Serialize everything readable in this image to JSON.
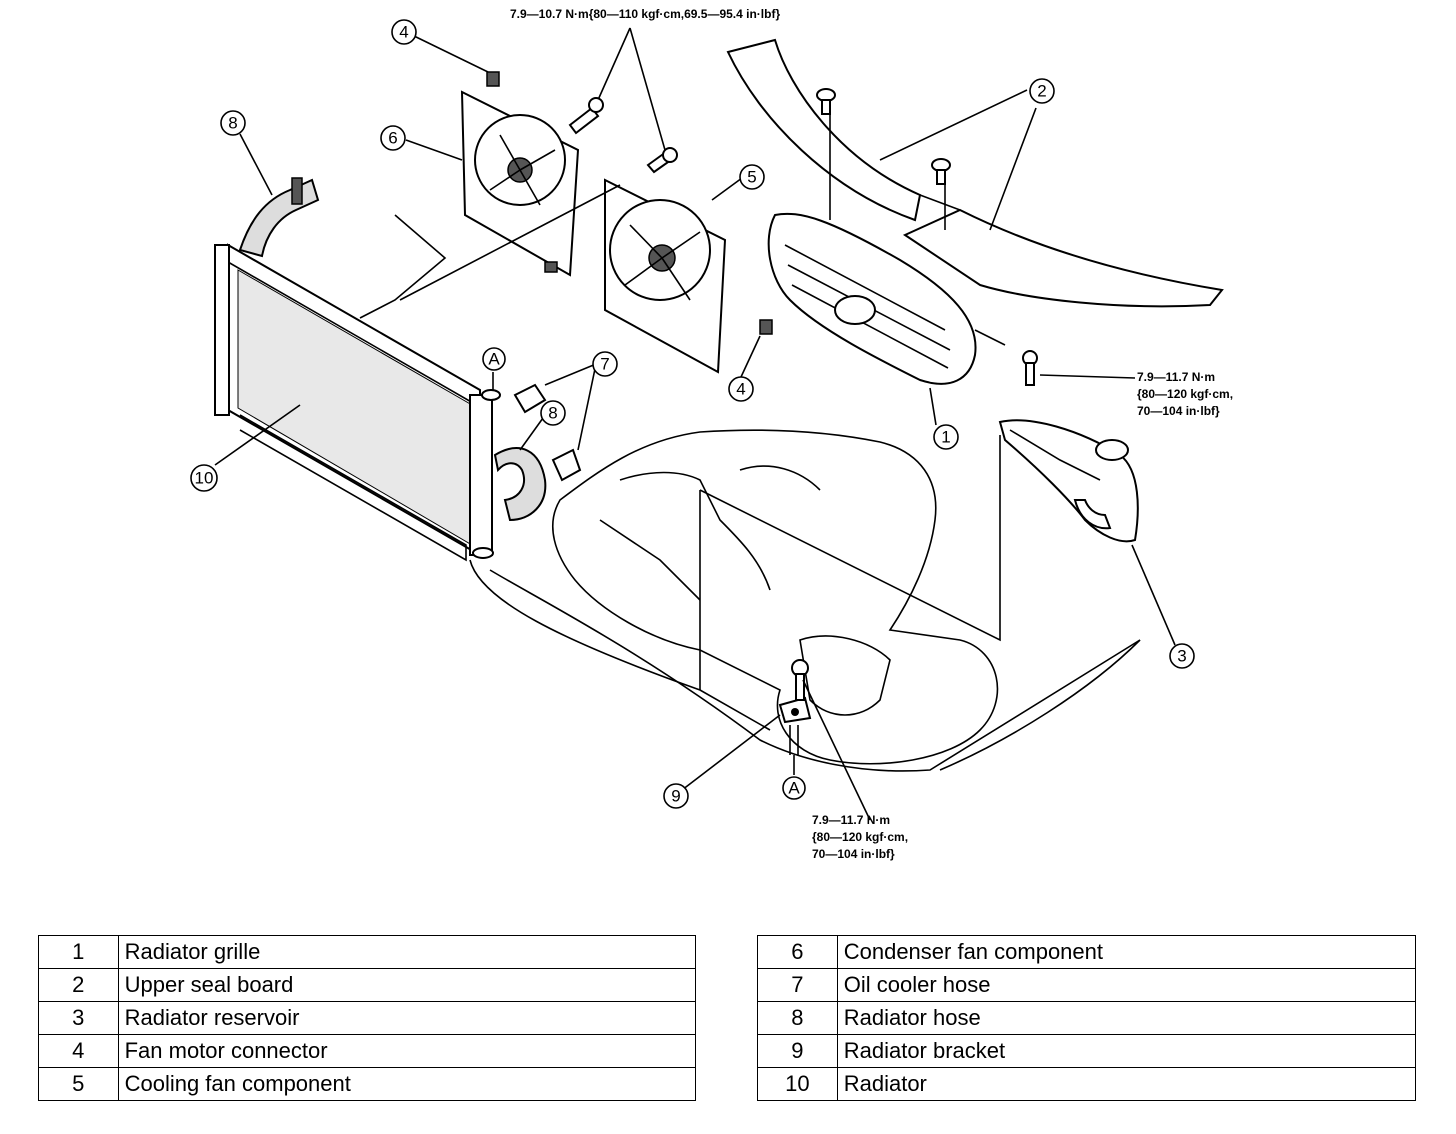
{
  "torque_specs": {
    "fan_bolts": "7.9—10.7 N·m{80—110 kgf·cm,69.5—95.4 in·lbf}",
    "reservoir_bolt": [
      "7.9—11.7 N·m",
      "{80—120 kgf·cm,",
      "70—104 in·lbf}"
    ],
    "bracket_bolt": [
      "7.9—11.7 N·m",
      "{80—120 kgf·cm,",
      "70—104 in·lbf}"
    ]
  },
  "callouts": {
    "c1": "1",
    "c2": "2",
    "c3": "3",
    "c4a": "4",
    "c4b": "4",
    "c5": "5",
    "c6": "6",
    "c7": "7",
    "c8a": "8",
    "c8b": "8",
    "c9": "9",
    "c10": "10",
    "ca1": "A",
    "ca2": "A"
  },
  "legend": {
    "left": [
      {
        "num": "1",
        "name": "Radiator grille"
      },
      {
        "num": "2",
        "name": "Upper seal board"
      },
      {
        "num": "3",
        "name": "Radiator reservoir"
      },
      {
        "num": "4",
        "name": "Fan motor connector"
      },
      {
        "num": "5",
        "name": "Cooling fan component"
      }
    ],
    "right": [
      {
        "num": "6",
        "name": "Condenser fan component"
      },
      {
        "num": "7",
        "name": "Oil cooler hose"
      },
      {
        "num": "8",
        "name": "Radiator hose"
      },
      {
        "num": "9",
        "name": "Radiator bracket"
      },
      {
        "num": "10",
        "name": "Radiator"
      }
    ]
  }
}
